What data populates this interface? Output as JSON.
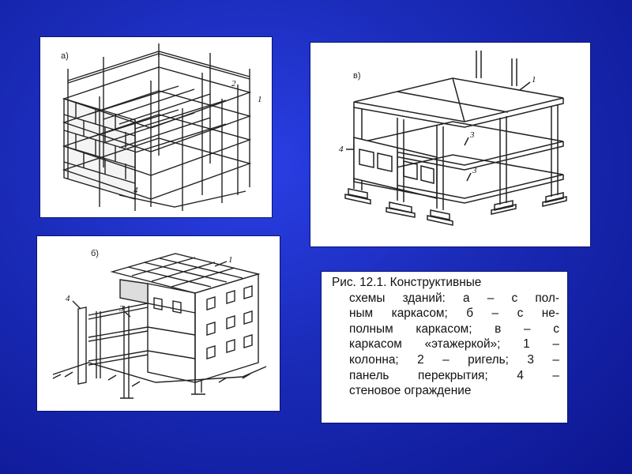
{
  "figure": {
    "labels": {
      "a": "а)",
      "b": "б)",
      "v": "в)"
    },
    "callouts": {
      "a": [
        "1",
        "2",
        "4"
      ],
      "b": [
        "1",
        "3",
        "4"
      ],
      "v": [
        "1",
        "3",
        "3",
        "4"
      ]
    }
  },
  "caption": {
    "lines": [
      "Рис. 12.1. Конструктивные",
      "схемы зданий: а – с пол-",
      "ным каркасом; б – с не-",
      "полным каркасом; в – с",
      "каркасом «этажеркой»; 1 –",
      "колонна; 2 – ригель; 3 –",
      "панель перекрытия; 4 –",
      "стеновое ограждение"
    ]
  }
}
